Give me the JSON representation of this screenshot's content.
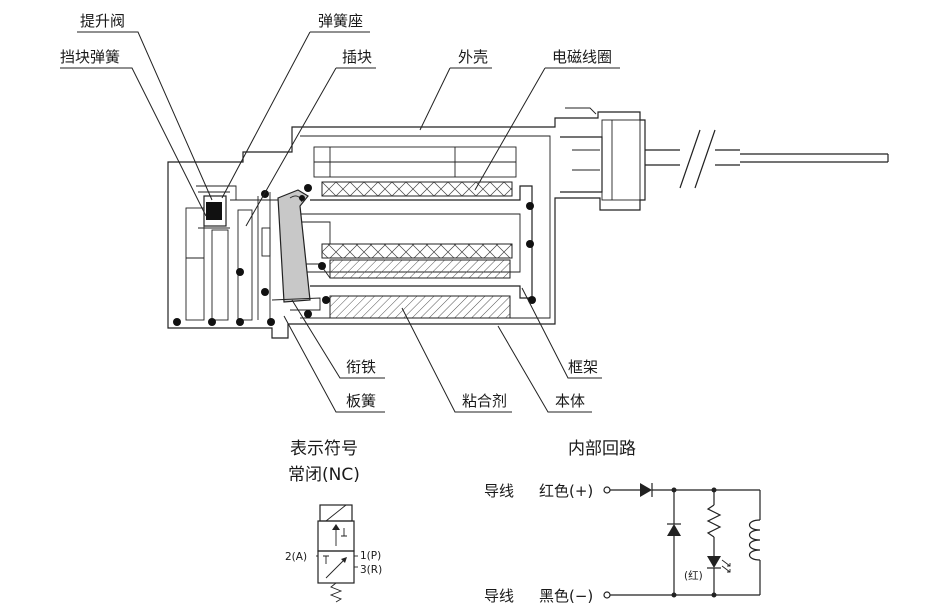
{
  "labels": {
    "poppet_valve": "提升阀",
    "stopper_spring": "挡块弹簧",
    "spring_seat": "弹簧座",
    "insert": "插块",
    "housing": "外壳",
    "coil": "电磁线圈",
    "armature": "衔铁",
    "leaf_spring": "板簧",
    "adhesive": "粘合剂",
    "frame": "框架",
    "body": "本体"
  },
  "symbol": {
    "title": "表示符号",
    "subtitle": "常闭(NC)",
    "port_a": "2(A)",
    "port_p": "1(P)",
    "port_r": "3(R)"
  },
  "circuit": {
    "title": "内部回路",
    "lead_label": "导线",
    "red_wire": "红色(+)",
    "black_wire": "黑色(−)",
    "led_note": "(红)"
  },
  "colors": {
    "line": "#222222",
    "hatch": "#555555",
    "armature_fill": "#c8c8c8",
    "seal": "#111111"
  }
}
